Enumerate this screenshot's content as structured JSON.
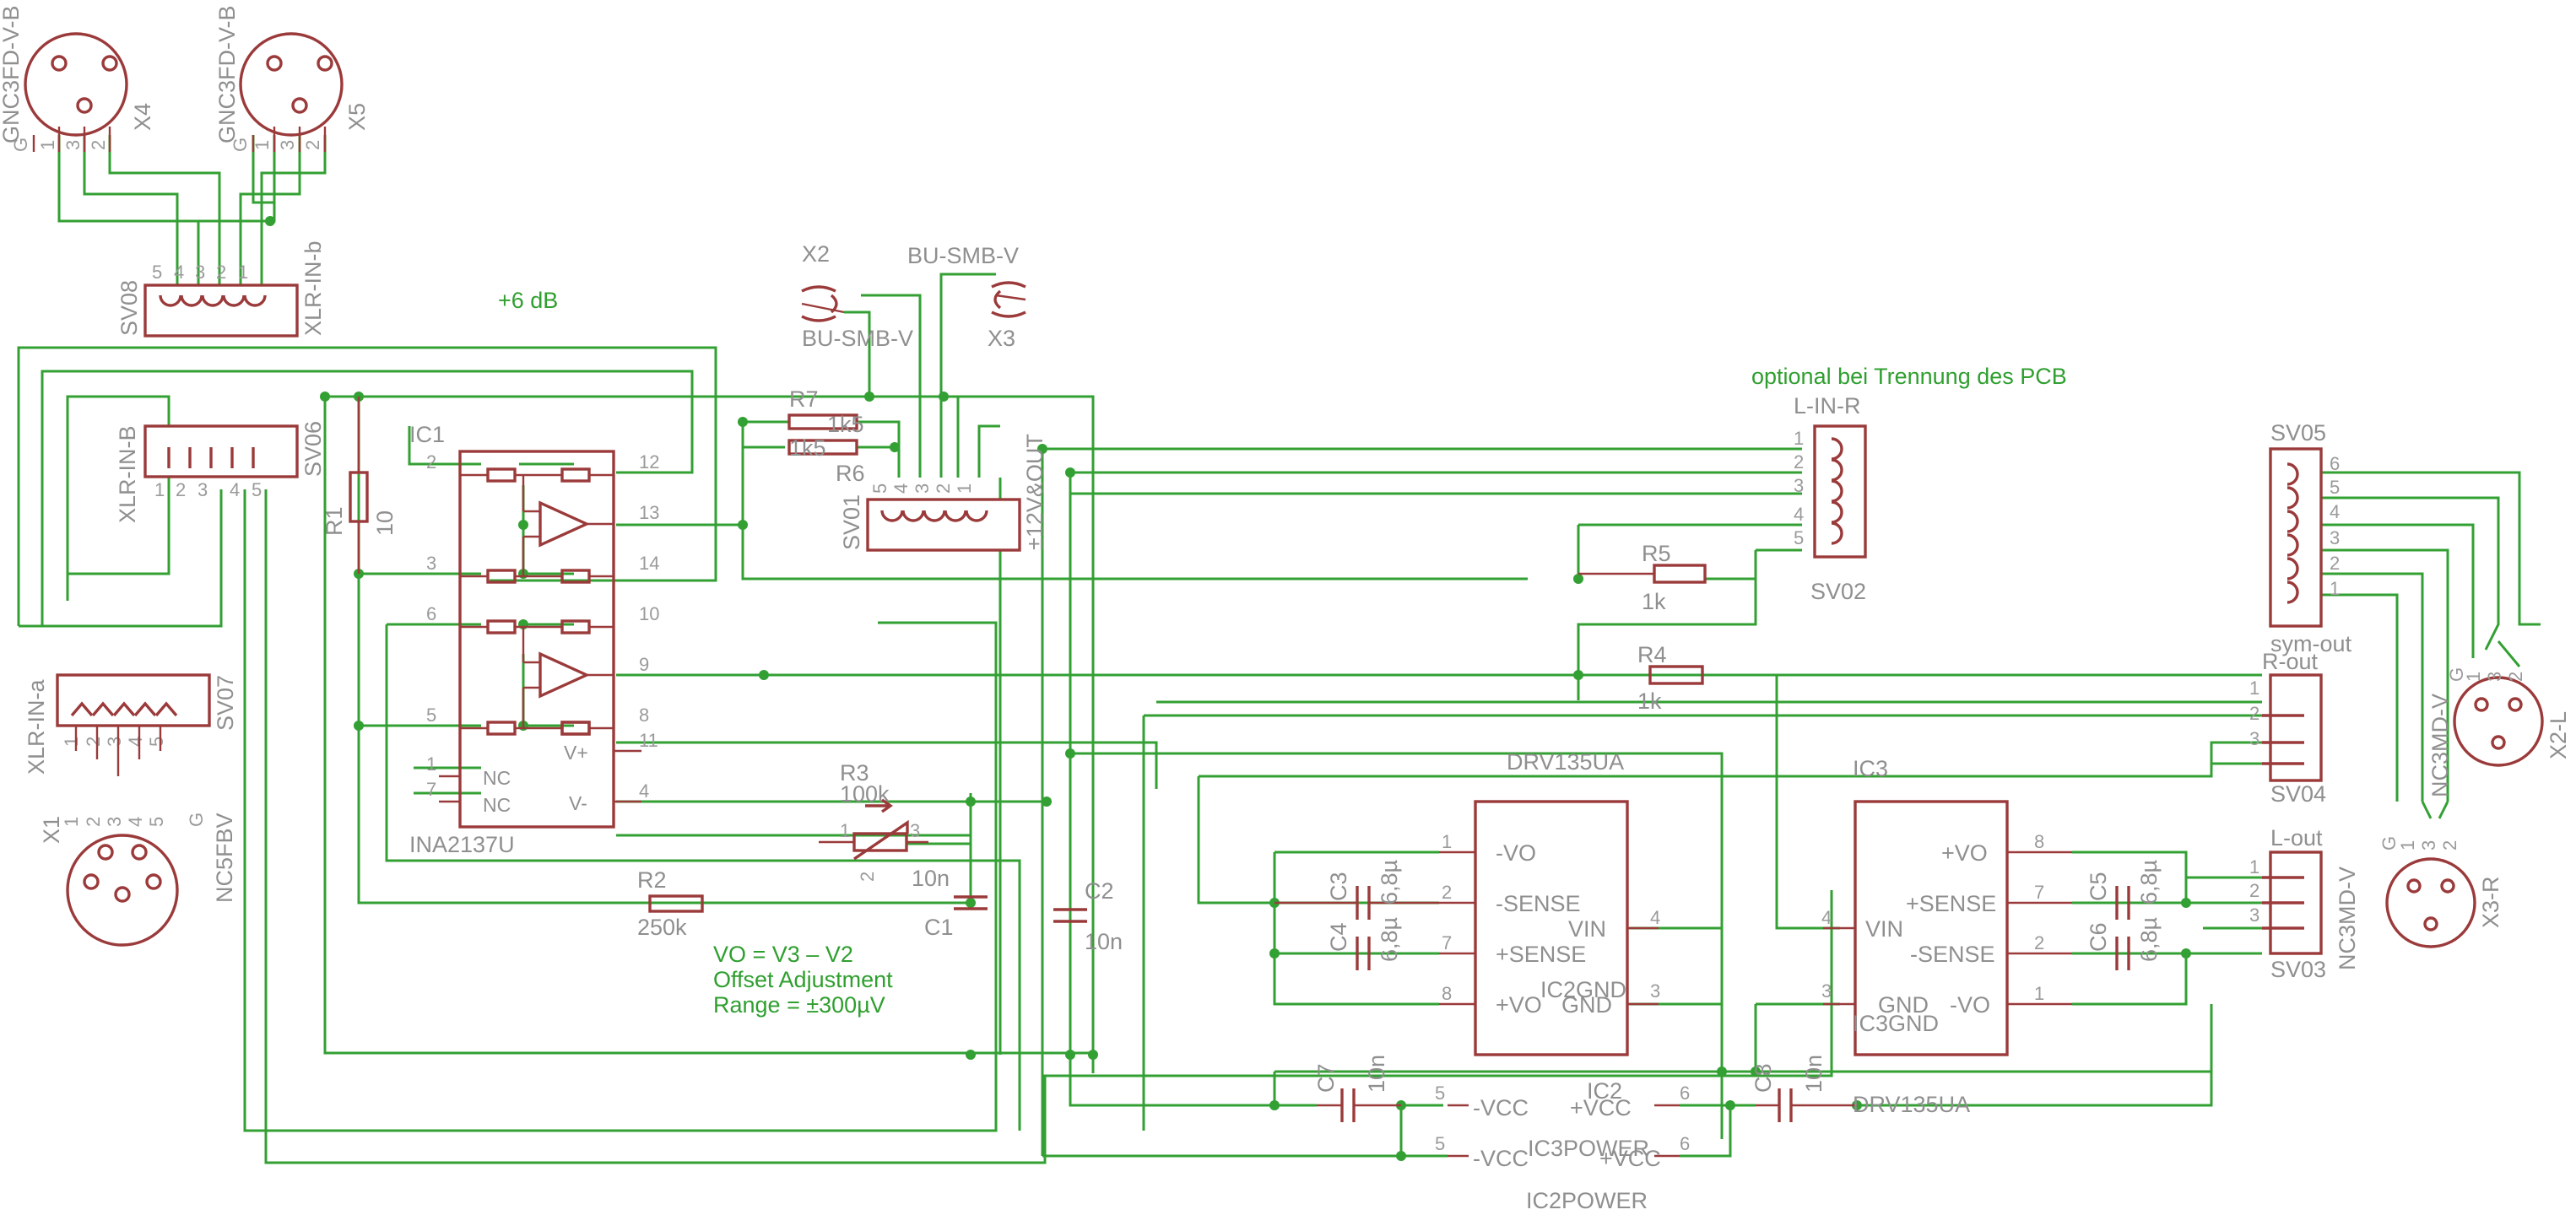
{
  "notes": {
    "gain": "+6 dB",
    "optional": "optional bei Trennung des PCB",
    "formula": "VO = V3 – V2",
    "offset": "Offset Adjustment",
    "range": "Range = ±300µV"
  },
  "connectors": {
    "x4": {
      "name": "X4",
      "type": "GNC3FD-V-B",
      "pins": [
        "G",
        "1",
        "3",
        "2"
      ]
    },
    "x5": {
      "name": "X5",
      "type": "GNC3FD-V-B",
      "pins": [
        "G",
        "1",
        "3",
        "2"
      ]
    },
    "x1": {
      "name": "X1",
      "type": "NC5FBV",
      "pins": [
        "1",
        "2",
        "3",
        "4",
        "5",
        "G"
      ]
    },
    "x2": {
      "name": "X2",
      "type": "BU-SMB-V"
    },
    "x3": {
      "name": "X3",
      "type": "BU-SMB-V"
    },
    "x2l": {
      "name": "X2-L",
      "type": "NC3MD-V",
      "pins": [
        "G",
        "1",
        "3",
        "2"
      ]
    },
    "x3r": {
      "name": "X3-R",
      "type": "NC3MD-V",
      "pins": [
        "G",
        "1",
        "3",
        "2"
      ]
    }
  },
  "headers": {
    "sv08": {
      "name": "SV08",
      "label": "XLR-IN-b",
      "pins": [
        "5",
        "4",
        "3",
        "2",
        "1"
      ]
    },
    "sv06": {
      "name": "SV06",
      "label": "XLR-IN-B",
      "pins": [
        "1",
        "2",
        "3",
        "4",
        "5"
      ]
    },
    "sv07": {
      "name": "SV07",
      "label": "XLR-IN-a",
      "pins": [
        "1",
        "2",
        "3",
        "4",
        "5"
      ]
    },
    "sv01": {
      "name": "SV01",
      "label": "±12V&OUT",
      "pins": [
        "5",
        "4",
        "3",
        "2",
        "1"
      ]
    },
    "sv02": {
      "name": "SV02",
      "label": "L-IN-R",
      "pins": [
        "1",
        "2",
        "3",
        "4",
        "5"
      ]
    },
    "sv05": {
      "name": "SV05",
      "label": "sym-out",
      "pins": [
        "6",
        "5",
        "4",
        "3",
        "2",
        "1"
      ]
    },
    "sv04": {
      "name": "SV04",
      "label": "R-out",
      "pins": [
        "1",
        "2",
        "3"
      ]
    },
    "sv03": {
      "name": "SV03",
      "label": "L-out",
      "pins": [
        "1",
        "2",
        "3"
      ]
    }
  },
  "ic1": {
    "name": "IC1",
    "value": "INA2137U",
    "left_pins": [
      "2",
      "3",
      "6",
      "5",
      "1",
      "7"
    ],
    "right_pins": [
      "12",
      "13",
      "14",
      "10",
      "9",
      "8",
      "11",
      "4"
    ],
    "labels": {
      "nc1": "NC",
      "nc7": "NC",
      "vplus": "V+",
      "vminus": "V-"
    }
  },
  "ic2": {
    "name": "IC2",
    "value": "DRV135UA",
    "gnd_label": "IC2GND",
    "pins": {
      "p1": "1",
      "p2": "2",
      "p7": "7",
      "p8": "8",
      "p4": "4",
      "p3": "3"
    },
    "labels": {
      "mvo": "-VO",
      "msense": "-SENSE",
      "psense": "+SENSE",
      "pvo": "+VO",
      "vin": "VIN",
      "gnd": "GND"
    }
  },
  "ic3": {
    "name": "IC3",
    "value": "DRV135UA",
    "gnd_label": "IC3GND",
    "pins": {
      "p8": "8",
      "p7": "7",
      "p2": "2",
      "p1": "1",
      "p4": "4",
      "p3": "3"
    },
    "labels": {
      "pvo": "+VO",
      "psense": "+SENSE",
      "msense": "-SENSE",
      "mvo": "-VO",
      "vin": "VIN",
      "gnd": "GND"
    }
  },
  "power": {
    "ic2power": "IC2POWER",
    "ic3power": "IC3POWER",
    "vcc_neg": "-VCC",
    "vcc_pos": "+VCC",
    "p5": "5",
    "p6": "6"
  },
  "components": {
    "r1": {
      "name": "R1",
      "value": "10"
    },
    "r2": {
      "name": "R2",
      "value": "250k"
    },
    "r3": {
      "name": "R3",
      "value": "100k",
      "pins": [
        "1",
        "2",
        "3"
      ]
    },
    "r4": {
      "name": "R4",
      "value": "1k"
    },
    "r5": {
      "name": "R5",
      "value": "1k"
    },
    "r6": {
      "name": "R6",
      "value": "1k5"
    },
    "r7": {
      "name": "R7",
      "value": "1k5"
    },
    "c1": {
      "name": "C1",
      "value": "10n"
    },
    "c2": {
      "name": "C2",
      "value": "10n"
    },
    "c3": {
      "name": "C3",
      "value": "6,8µ"
    },
    "c4": {
      "name": "C4",
      "value": "6,8µ"
    },
    "c5": {
      "name": "C5",
      "value": "6,8µ"
    },
    "c6": {
      "name": "C6",
      "value": "6,8µ"
    },
    "c7": {
      "name": "C7",
      "value": "10n"
    },
    "c8": {
      "name": "C8",
      "value": "10n"
    }
  },
  "colors": {
    "wire": "#33a033",
    "symbol": "#9b3a3a",
    "text": "#8f8f8f",
    "note": "#2f9f2f",
    "background": "#ffffff"
  }
}
